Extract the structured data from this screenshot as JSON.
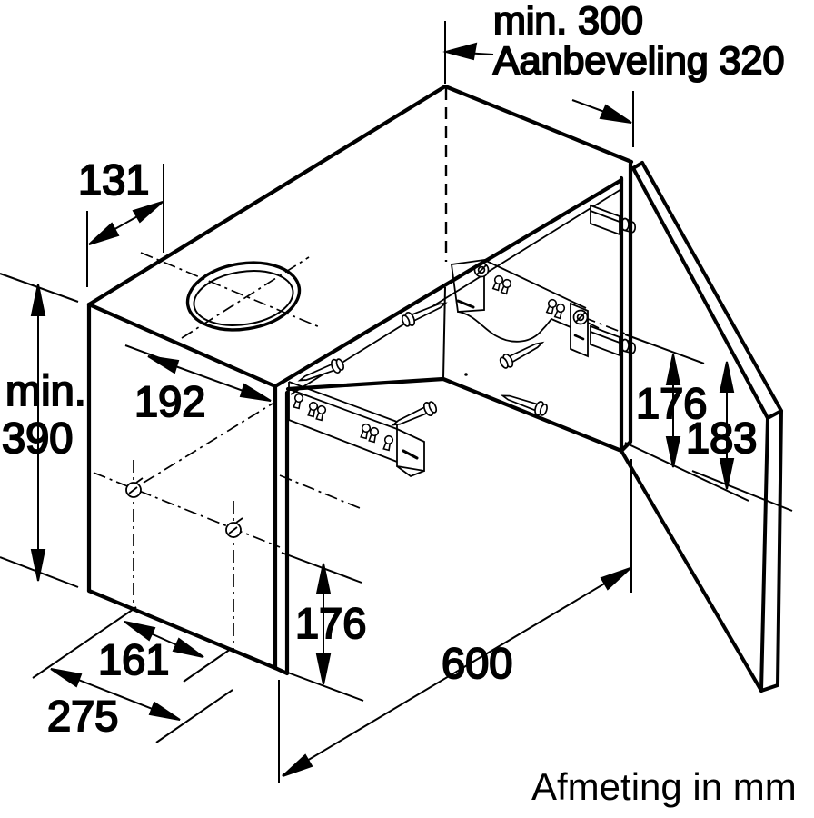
{
  "drawing": {
    "footer": "Afmeting in mm",
    "dims": {
      "clearance_min": "min. 300",
      "clearance_recommended": "Aanbeveling 320",
      "duct_offset": "131",
      "height_min_label": "min.",
      "height_min_value": "390",
      "front_section_depth": "192",
      "hinge_spacing": "176",
      "door_cutout_height": "183",
      "lower_front_height": "176",
      "base_front_depth": "161",
      "base_total_depth": "275",
      "cabinet_width": "600"
    }
  }
}
